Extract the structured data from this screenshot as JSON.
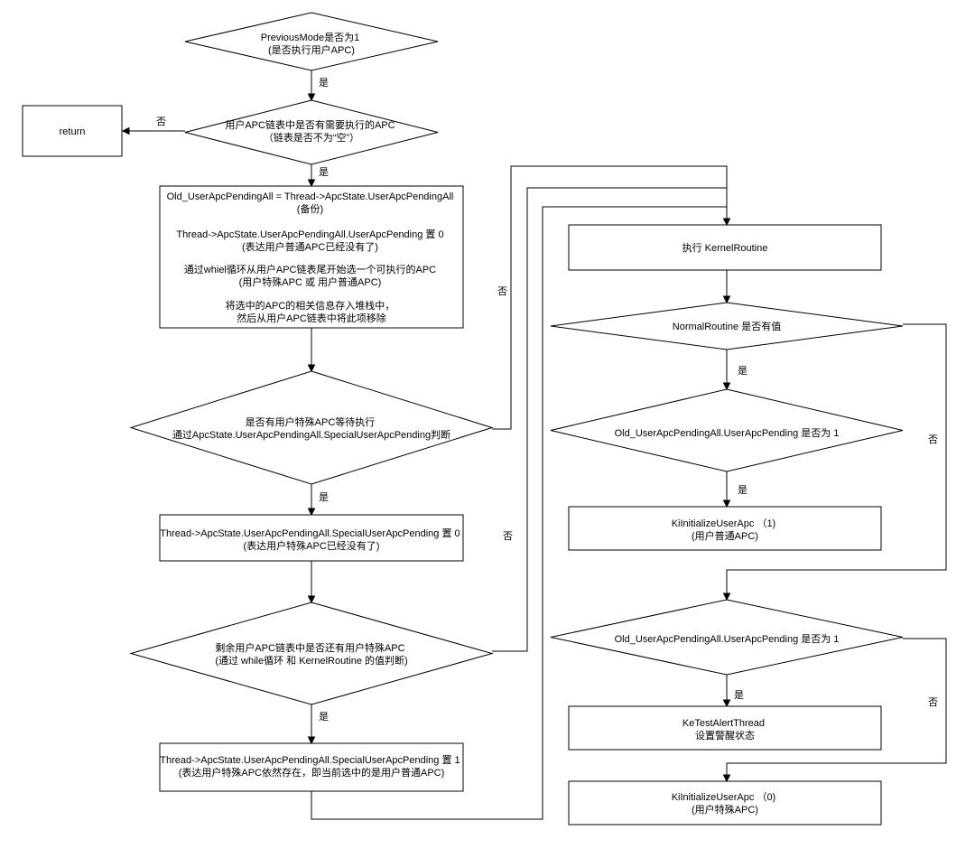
{
  "nodes": {
    "n1": [
      "PreviousMode是否为1",
      "(是否执行用户APC)"
    ],
    "n2": [
      "用户APC链表中是否有需要执行的APC",
      "（链表是否不为“空”）"
    ],
    "ret": [
      "return"
    ],
    "n3": [
      "Old_UserApcPendingAll = Thread->ApcState.UserApcPendingAll",
      "(备份)",
      "",
      "Thread->ApcState.UserApcPendingAll.UserApcPending 置 0",
      "(表达用户普通APC已经没有了)",
      "",
      "通过whiel循环从用户APC链表尾开始选一个可执行的APC",
      "(用户特殊APC 或 用户普通APC)",
      "",
      "将选中的APC的相关信息存入堆栈中，",
      "然后从用户APC链表中将此项移除"
    ],
    "n4": [
      "是否有用户特殊APC等待执行",
      "通过ApcState.UserApcPendingAll.SpecialUserApcPending判断"
    ],
    "n5": [
      "Thread->ApcState.UserApcPendingAll.SpecialUserApcPending 置 0",
      "(表达用户特殊APC已经没有了)"
    ],
    "n6": [
      "剩余用户APC链表中是否还有用户特殊APC",
      "(通过 while循环 和 KernelRoutine 的值判断)"
    ],
    "n7": [
      "Thread->ApcState.UserApcPendingAll.SpecialUserApcPending 置 1",
      "(表达用户特殊APC依然存在，即当前选中的是用户普通APC)"
    ],
    "r1": [
      "执行 KernelRoutine"
    ],
    "r2": [
      "NormalRoutine 是否有值"
    ],
    "r3": [
      "Old_UserApcPendingAll.UserApcPending 是否为 1"
    ],
    "r4": [
      "KiInitializeUserApc （1)",
      "(用户普通APC)"
    ],
    "r5": [
      "Old_UserApcPendingAll.UserApcPending 是否为 1"
    ],
    "r6": [
      "KeTestAlertThread",
      "设置警醒状态"
    ],
    "r7": [
      "KiInitializeUserApc （0)",
      "(用户特殊APC)"
    ]
  },
  "edge_labels": {
    "e1": "是",
    "e2": "否",
    "e3": "是",
    "e4": "否",
    "e5": "是",
    "e6": "否",
    "e7": "是",
    "e8": "是",
    "e9": "是",
    "e10": "否",
    "e11": "是",
    "e12": "否"
  }
}
